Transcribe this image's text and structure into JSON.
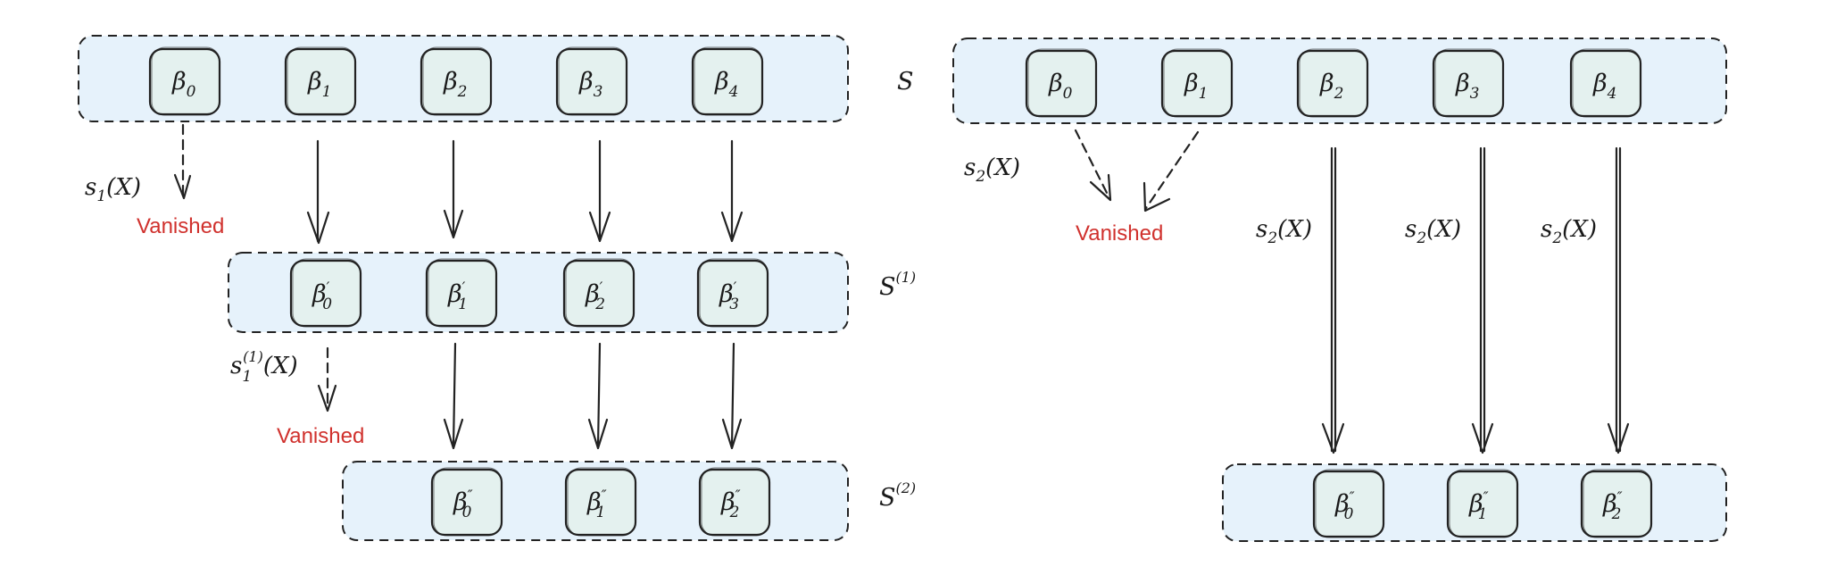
{
  "colors": {
    "group_fill": "#e6f2fb",
    "node_fill": "#e4f1ef",
    "vanished": "#d0312d"
  },
  "left": {
    "row0": {
      "label": "S",
      "nodes": [
        "0",
        "1",
        "2",
        "3",
        "4"
      ]
    },
    "row1": {
      "label": "S",
      "label_sup": "(1)",
      "nodes": [
        "0",
        "1",
        "2",
        "3"
      ],
      "prime": "′"
    },
    "row2": {
      "label": "S",
      "label_sup": "(2)",
      "nodes": [
        "0",
        "1",
        "2"
      ],
      "prime": "″"
    },
    "edge1_label": {
      "name": "s",
      "sub": "1",
      "arg": "(X)"
    },
    "edge2_label": {
      "name": "s",
      "sub": "1",
      "sup": "(1)",
      "arg": "(X)"
    },
    "vanished1": "Vanished",
    "vanished2": "Vanished"
  },
  "right": {
    "top_nodes": [
      "0",
      "1",
      "2",
      "3",
      "4"
    ],
    "bottom_nodes": [
      "0",
      "1",
      "2"
    ],
    "prime": "″",
    "vanished": "Vanished",
    "edge_label": {
      "name": "s",
      "sub": "2",
      "arg": "(X)"
    }
  },
  "beta": "β"
}
